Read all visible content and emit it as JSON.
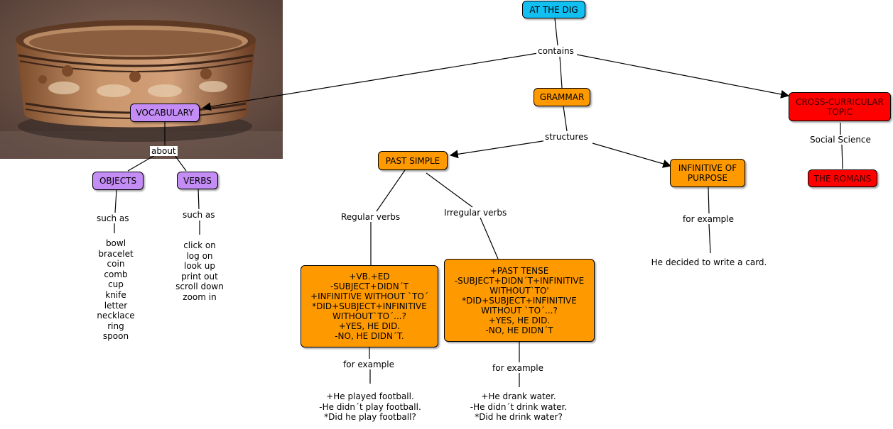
{
  "colors": {
    "root": "#11bff1",
    "grammar": "#ff9900",
    "vocabulary": "#c48cf5",
    "cross_curricular": "#ff0000"
  },
  "image": {
    "subject": "decorated-bowl-photo"
  },
  "nodes": {
    "at_the_dig": "AT THE DIG",
    "vocabulary": "VOCABULARY",
    "grammar": "GRAMMAR",
    "cross_curricular": "CROSS-CURRICULAR TOPIC",
    "objects": "OBJECTS",
    "verbs": "VERBS",
    "past_simple": "PAST SIMPLE",
    "infinitive_of_purpose": "INFINITIVE OF PURPOSE",
    "the_romans": "THE ROMANS",
    "regular_box": "+VB.+ED\n-SUBJECT+DIDN´T\n+INFINITIVE WITHOUT `TO´\n*DID+SUBJECT+INFINITIVE\nWITHOUT`TO´...?\n+YES, HE DID.\n-NO, HE DIDN´T.",
    "irregular_box": "+PAST TENSE\n-SUBJECT+DIDN´T+INFINITIVE\nWITHOUT`TO'\n*DID+SUBJECT+INFINITIVE\nWITHOUT `TO´...?\n+YES, HE DID.\n-NO, HE DIDN´T"
  },
  "links": {
    "contains": "contains",
    "structures": "structures",
    "about": "about",
    "social_science": "Social Science",
    "such_as_objects": "such as",
    "such_as_verbs": "such as",
    "regular_verbs": "Regular verbs",
    "irregular_verbs": "Irregular verbs",
    "for_example_regular": "for example",
    "for_example_irregular": "for example",
    "for_example_infinitive": "for example"
  },
  "leaves": {
    "objects_list": "bowl\nbracelet\ncoin\ncomb\ncup\nknife\nletter\nnecklace\nring\nspoon",
    "verbs_list": "click on\nlog on\nlook up\nprint out\nscroll down\nzoom in",
    "infinitive_example": "He decided to write a card.",
    "regular_examples": "+He played football.\n-He didn´t play football.\n*Did he play football?",
    "irregular_examples": "+He drank water.\n-He didn´t drink water.\n*Did he drink water?"
  }
}
